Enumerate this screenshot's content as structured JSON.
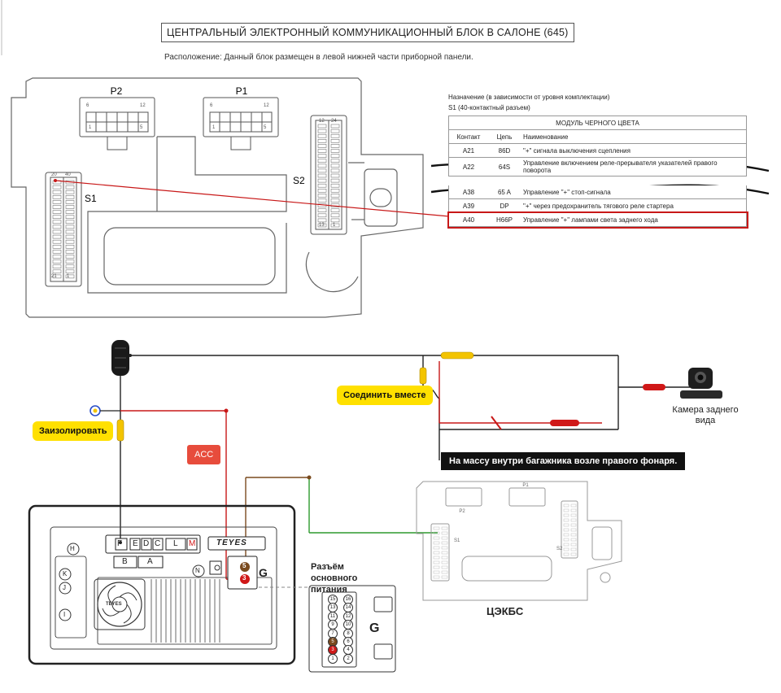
{
  "header": {
    "title": "ЦЕНТРАЛЬНЫЙ ЭЛЕКТРОННЫЙ КОММУНИКАЦИОННЫЙ БЛОК В САЛОНЕ (645)",
    "location": "Расположение: Данный блок размещен в левой нижней части приборной панели."
  },
  "top_unit": {
    "connectors": [
      "P2",
      "P1",
      "S1",
      "S2"
    ],
    "p_pins": [
      "6",
      "12",
      "1",
      "5"
    ],
    "s1_pins": [
      "20",
      "40",
      "21",
      "1"
    ],
    "s2_pins": [
      "12",
      "24",
      "13",
      "1"
    ]
  },
  "pin_table": {
    "purpose_line": "Назначение (в зависимости от уровня комплектации)",
    "connector_line": "S1 (40-контактный разъем)",
    "module_header": "МОДУЛЬ ЧЕРНОГО ЦВЕТА",
    "columns": [
      "Контакт",
      "Цепь",
      "Наименование"
    ],
    "rows_top": [
      {
        "pin": "A21",
        "circuit": "86D",
        "name": "\"+\" сигнала выключения сцепления"
      },
      {
        "pin": "A22",
        "circuit": "64S",
        "name": "Управление включением реле-прерывателя указателей правого поворота"
      }
    ],
    "rows_bottom": [
      {
        "pin": "A38",
        "circuit": "65 A",
        "name": "Управление \"+\" стоп-сигнала"
      },
      {
        "pin": "A39",
        "circuit": "DP",
        "name": "\"+\" через предохранитель тягового реле стартера"
      },
      {
        "pin": "A40",
        "circuit": "H66P",
        "name": "Управление \"+\" лампами света заднего хода"
      }
    ]
  },
  "wiring": {
    "join_label": "Соединить вместе",
    "insulate_label": "Заизолировать",
    "acc_label": "ACC",
    "ground_label": "На массу внутри багажника возле правого фонаря.",
    "camera_label": "Камера заднего вида",
    "main_power_label": "Разъём основного питания",
    "ecu_label": "ЦЭКБС",
    "colors": {
      "red": "#c81818",
      "black": "#222222",
      "brown": "#7a4a1e",
      "green": "#2e9a2e",
      "yellow": "#ffe000"
    }
  },
  "head_unit": {
    "brand": "TEYES",
    "ports_top": [
      "F",
      "E",
      "D",
      "C",
      "L",
      "M"
    ],
    "ports_mid": [
      "B",
      "A"
    ],
    "ports_side": [
      "H",
      "K",
      "J",
      "I",
      "N"
    ],
    "g_label": "G",
    "pin_labels_g": [
      "5",
      "3"
    ]
  },
  "g_connector": {
    "label": "G",
    "pins": [
      "15",
      "16",
      "13",
      "14",
      "11",
      "12",
      "9",
      "10",
      "7",
      "8",
      "5",
      "6",
      "3",
      "4",
      "1",
      "2"
    ]
  },
  "ecu_small": {
    "connectors": [
      "P2",
      "P1",
      "S1",
      "S2"
    ]
  }
}
